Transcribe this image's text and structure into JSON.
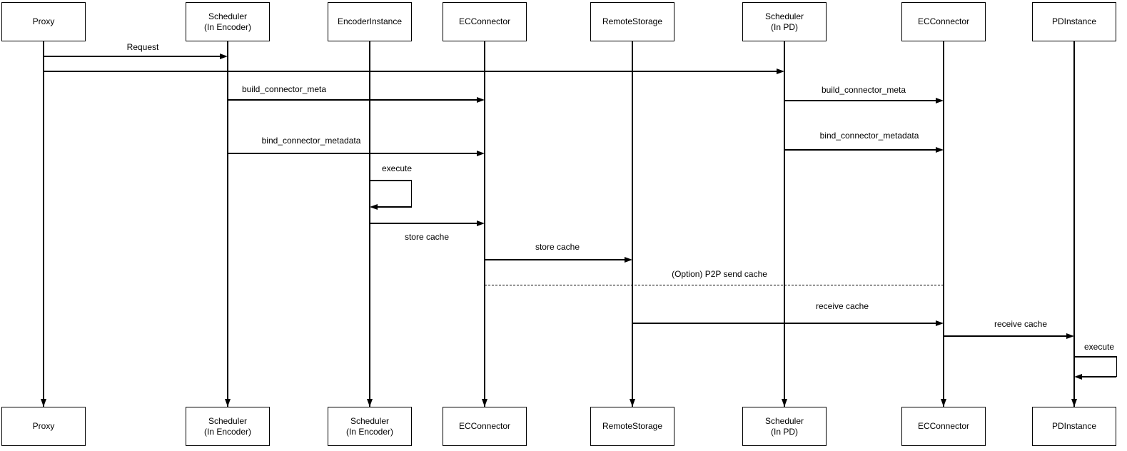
{
  "colors": {
    "stroke": "#000000",
    "fill": "#ffffff",
    "text": "#000000"
  },
  "participants_top": [
    {
      "line1": "Proxy",
      "line2": ""
    },
    {
      "line1": "Scheduler",
      "line2": "(In Encoder)"
    },
    {
      "line1": "EncoderInstance",
      "line2": ""
    },
    {
      "line1": "ECConnector",
      "line2": ""
    },
    {
      "line1": "RemoteStorage",
      "line2": ""
    },
    {
      "line1": "Scheduler",
      "line2": "(In PD)"
    },
    {
      "line1": "ECConnector",
      "line2": ""
    },
    {
      "line1": "PDInstance",
      "line2": ""
    }
  ],
  "participants_bottom": [
    {
      "line1": "Proxy",
      "line2": ""
    },
    {
      "line1": "Scheduler",
      "line2": "(In Encoder)"
    },
    {
      "line1": "Scheduler",
      "line2": "(In Encoder)"
    },
    {
      "line1": "ECConnector",
      "line2": ""
    },
    {
      "line1": "RemoteStorage",
      "line2": ""
    },
    {
      "line1": "Scheduler",
      "line2": "(In PD)"
    },
    {
      "line1": "ECConnector",
      "line2": ""
    },
    {
      "line1": "PDInstance",
      "line2": ""
    }
  ],
  "messages": {
    "request": {
      "label": "Request",
      "from": "Proxy",
      "to": "Scheduler (In Encoder)"
    },
    "forward_to_pd": {
      "label": "",
      "from": "Proxy",
      "to": "Scheduler (In PD)"
    },
    "build_meta_encoder": {
      "label": "build_connector_meta",
      "from": "Scheduler (In Encoder)",
      "to": "ECConnector"
    },
    "build_meta_pd": {
      "label": "build_connector_meta",
      "from": "Scheduler (In PD)",
      "to": "ECConnector"
    },
    "bind_meta_encoder": {
      "label": "bind_connector_metadata",
      "from": "Scheduler (In Encoder)",
      "to": "ECConnector"
    },
    "bind_meta_pd": {
      "label": "bind_connector_metadata",
      "from": "Scheduler (In PD)",
      "to": "ECConnector"
    },
    "execute_encoder": {
      "label": "execute",
      "from": "EncoderInstance",
      "to": "EncoderInstance"
    },
    "store_cache_encoder": {
      "label": "store cache",
      "from": "EncoderInstance",
      "to": "ECConnector"
    },
    "store_cache_remote": {
      "label": "store cache",
      "from": "ECConnector",
      "to": "RemoteStorage"
    },
    "p2p_send_cache": {
      "label": "(Option) P2P send cache",
      "from": "ECConnector",
      "to": "ECConnector",
      "style": "dashed"
    },
    "receive_cache_remote": {
      "label": "receive cache",
      "from": "RemoteStorage",
      "to": "ECConnector"
    },
    "receive_cache_pd": {
      "label": "receive cache",
      "from": "ECConnector",
      "to": "PDInstance"
    },
    "execute_pd": {
      "label": "execute",
      "from": "PDInstance",
      "to": "PDInstance"
    }
  }
}
